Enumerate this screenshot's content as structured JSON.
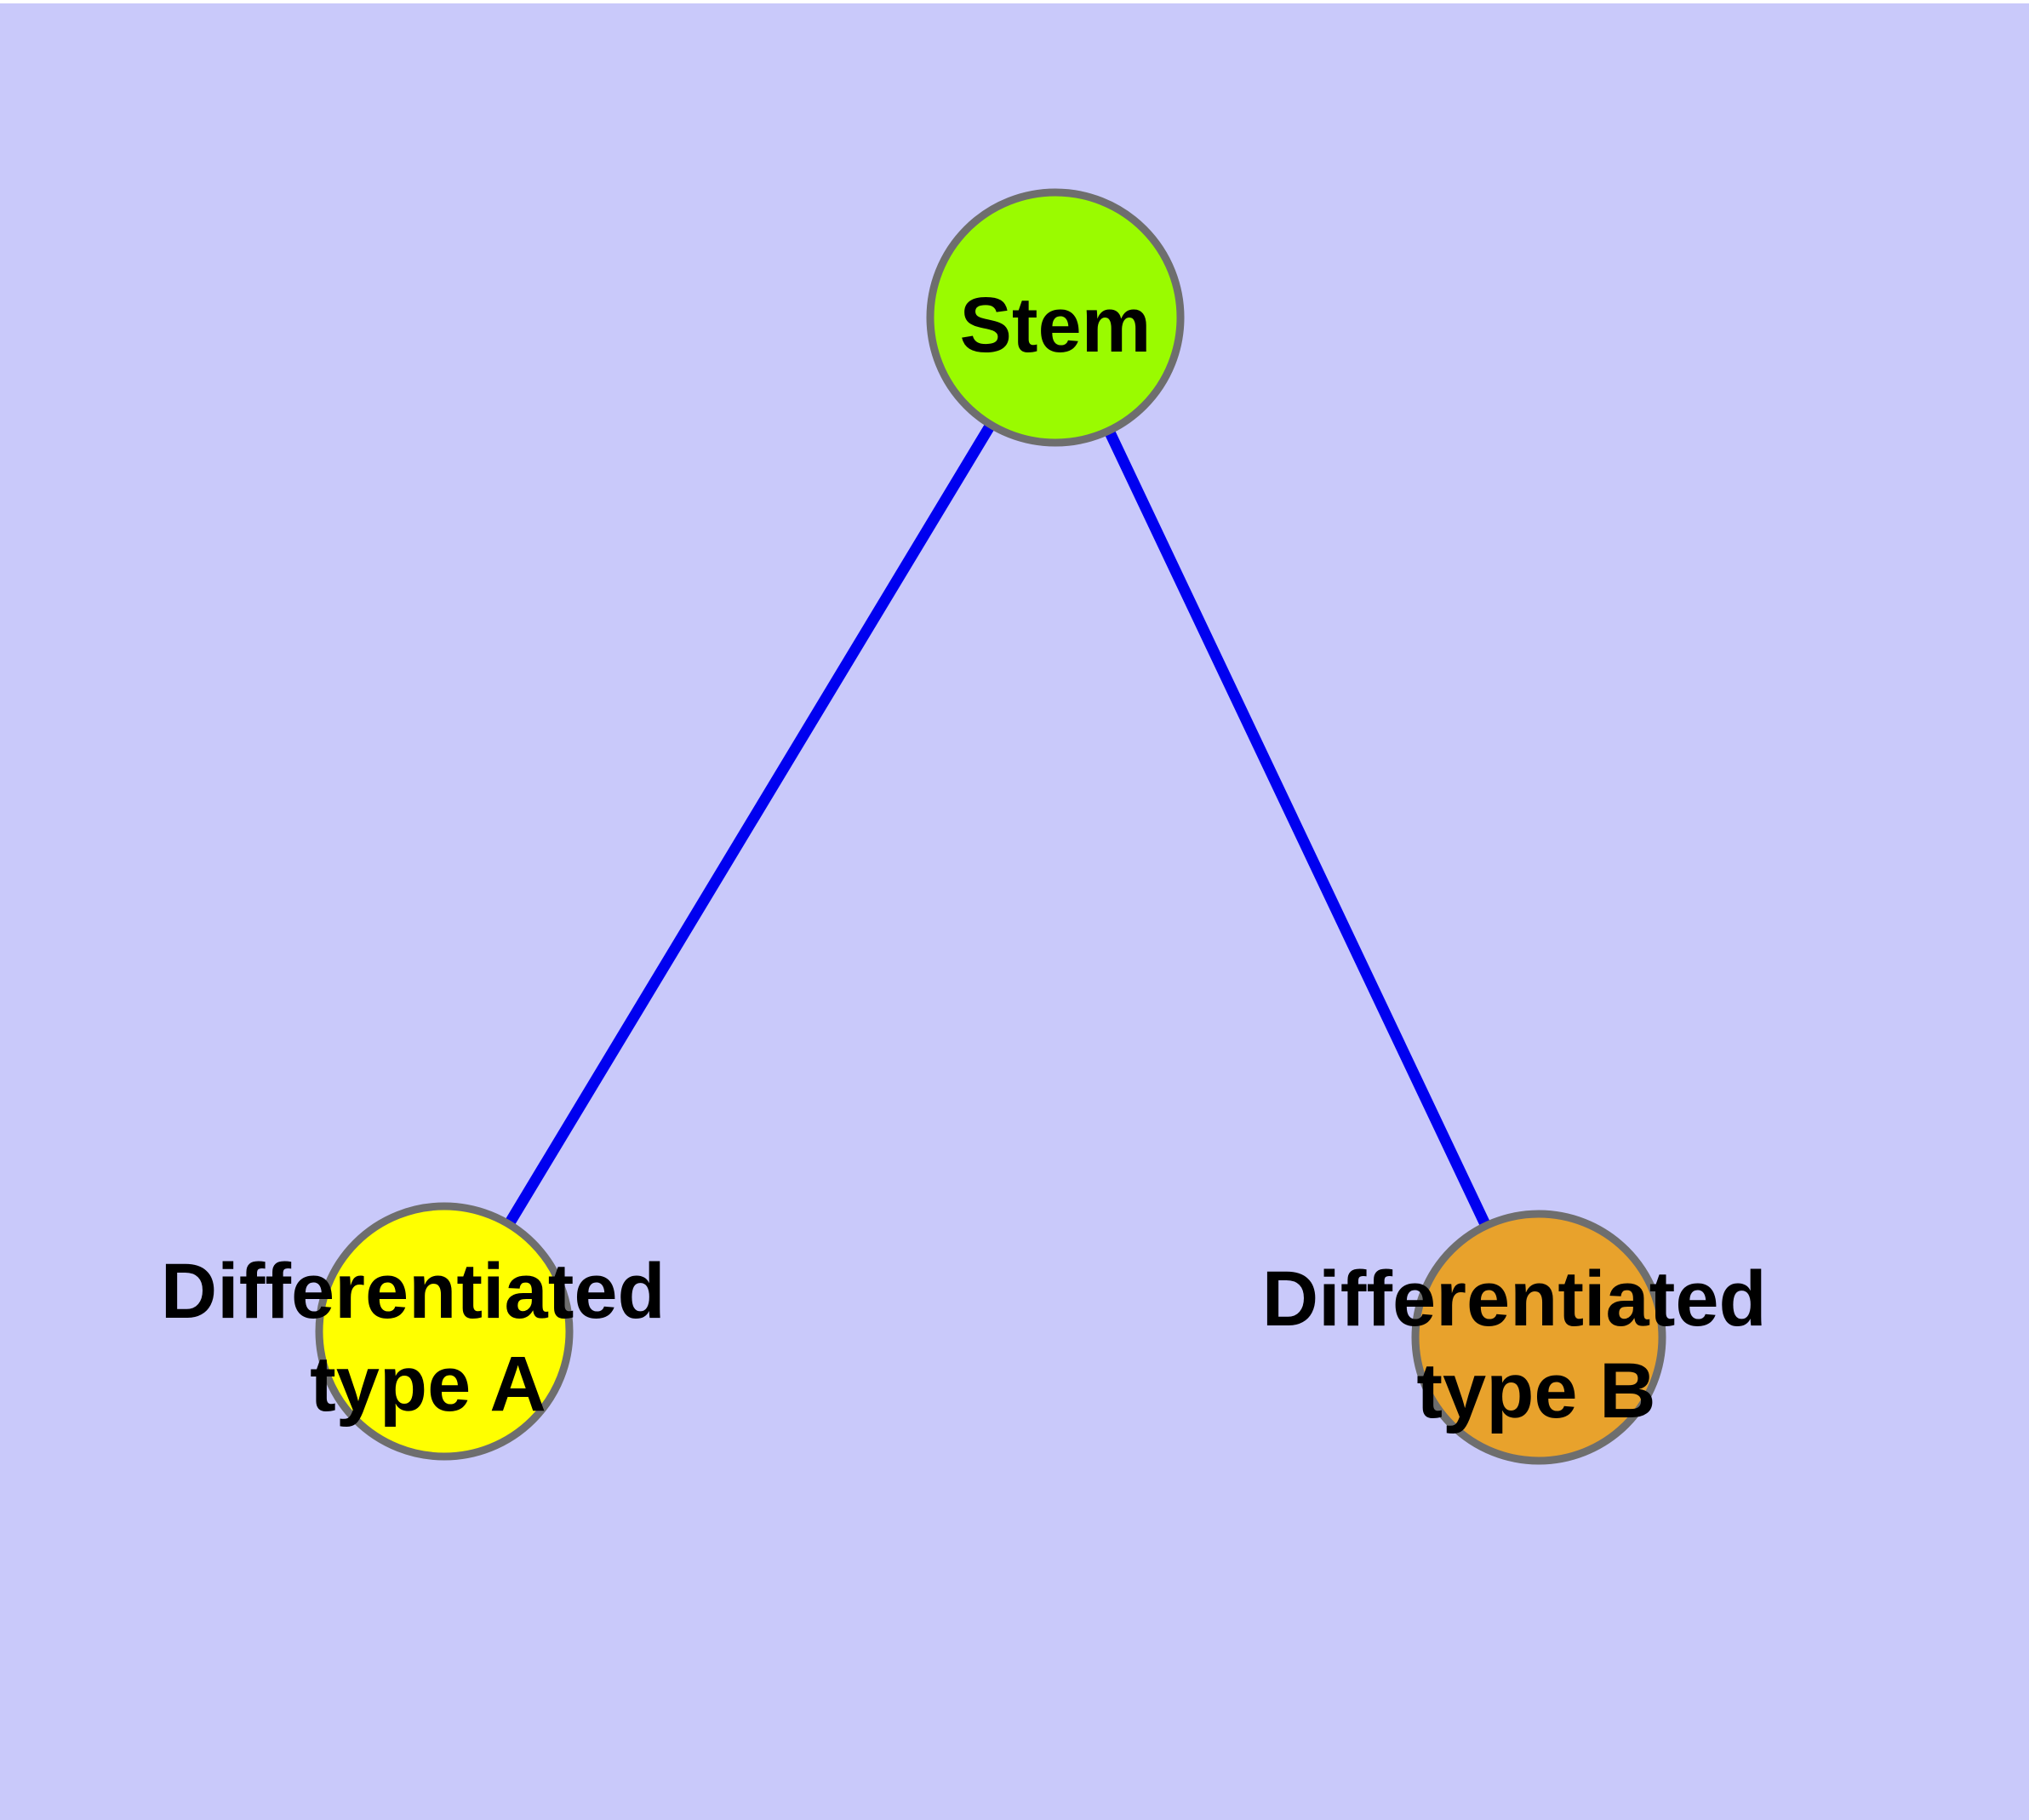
{
  "graph": {
    "background_color": "#c9c9fa",
    "page_margin_color": "#ffffff",
    "edge_color": "#0000f0",
    "node_border_color": "#6e6e6e",
    "label_color": "#000000",
    "nodes": [
      {
        "id": "stem",
        "label": "Stem",
        "color": "#9afb00"
      },
      {
        "id": "differentiated-type-a",
        "label": "Differentiated type A",
        "label_lines": [
          "Differentiated",
          "type A"
        ],
        "color": "#ffff00"
      },
      {
        "id": "differentiated-type-b",
        "label": "Differentiated type B",
        "label_lines": [
          "Differentiated",
          "type B"
        ],
        "color": "#e8a22c"
      }
    ],
    "edges": [
      {
        "from": "stem",
        "to": "differentiated-type-a"
      },
      {
        "from": "stem",
        "to": "differentiated-type-b"
      }
    ]
  }
}
